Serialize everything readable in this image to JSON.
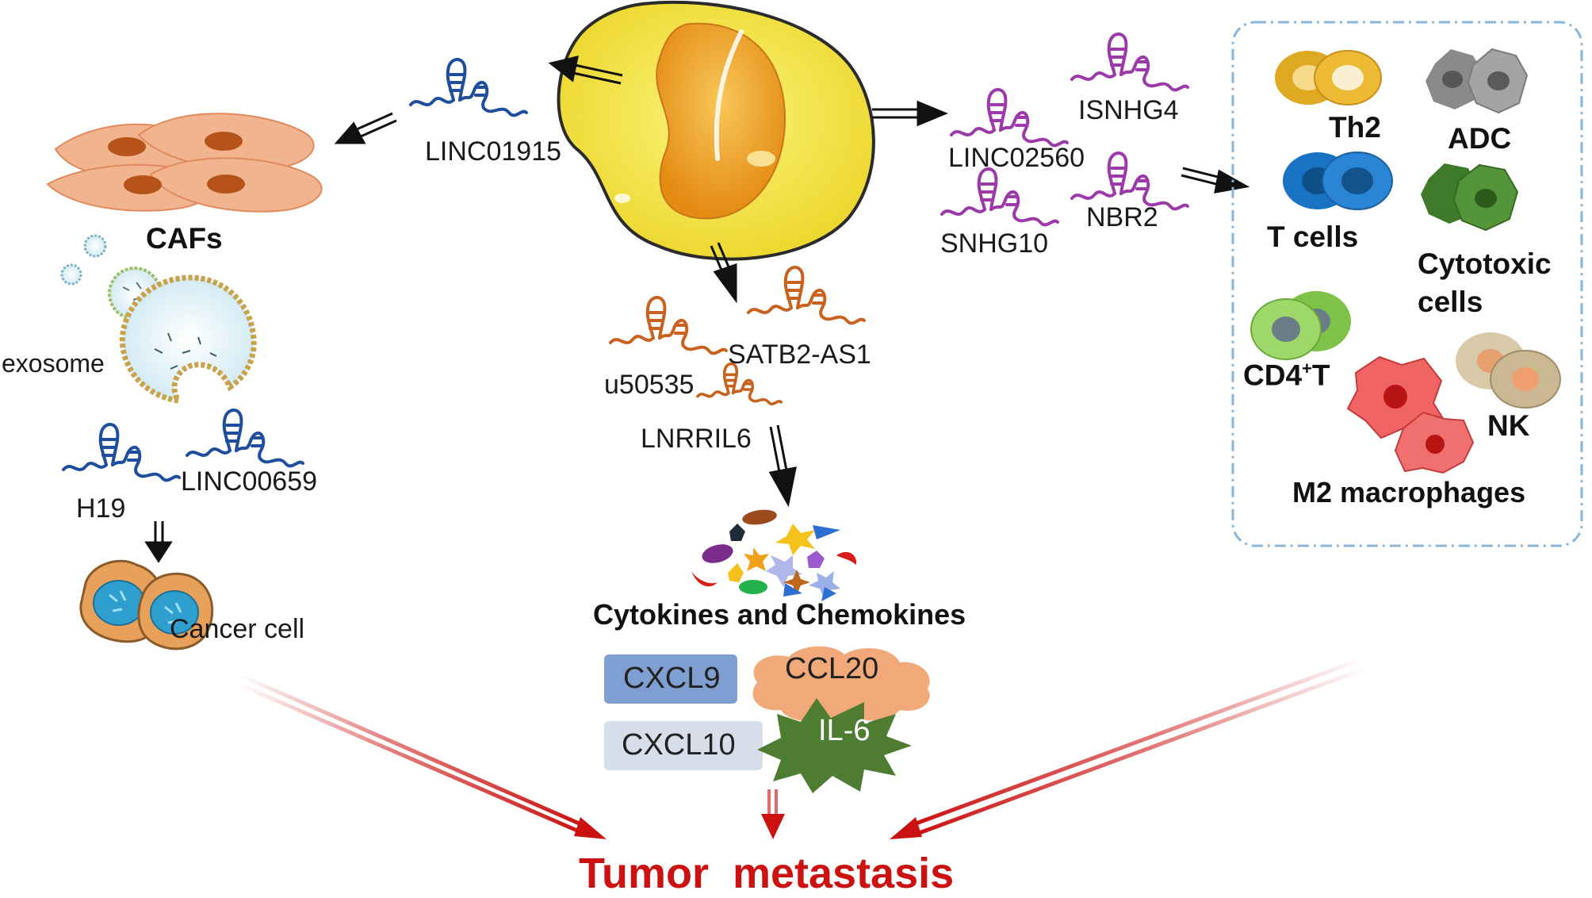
{
  "lncrnas": {
    "linc01915": "LINC01915",
    "isnhg4": "ISNHG4",
    "linc02560": "LINC02560",
    "nbr2": "NBR2",
    "snhg10": "SNHG10",
    "satb2_as1": "SATB2-AS1",
    "u50535": "u50535",
    "lnrril6": "LNRRIL6",
    "h19": "H19",
    "linc00659": "LINC00659"
  },
  "left": {
    "cafs": "CAFs",
    "exosome": "exosome",
    "cancer_cell": "Cancer cell"
  },
  "center": {
    "cytokines_heading": "Cytokines and Chemokines",
    "cxcl9": "CXCL9",
    "ccl20": "CCL20",
    "cxcl10": "CXCL10",
    "il6": "IL-6"
  },
  "immune": {
    "th2": "Th2",
    "adc": "ADC",
    "t_cells": "T cells",
    "cytotoxic_line1": "Cytotoxic",
    "cytotoxic_line2": "cells",
    "cd4_main": "CD4",
    "cd4_sup": "+",
    "cd4_tail": "T",
    "nk": "NK",
    "m2": "M2 macrophages"
  },
  "outcome": "Tumor  metastasis",
  "colors": {
    "outcome_red": "#cc1111",
    "lnc_blue": "#1f4e9c",
    "lnc_purple": "#9b3aa8",
    "lnc_orange": "#c8621e",
    "caf_fill": "#f2b48e",
    "tumor_yellow": "#f7e64a",
    "cxcl9_box": "#7f9ed2",
    "cxcl10_box": "#d8dee9",
    "ccl20_cloud": "#f2a97a",
    "il6_star": "#4e7d32",
    "immune_border": "#8ab6da"
  }
}
